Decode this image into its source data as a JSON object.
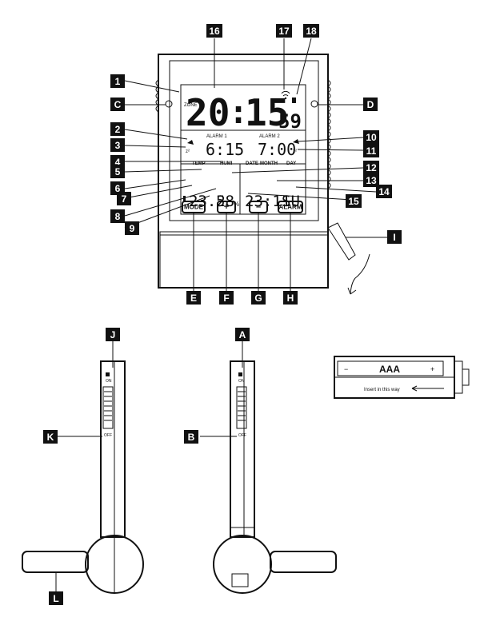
{
  "display": {
    "time_hours": "20",
    "time_colon": ":",
    "time_minutes": "15",
    "time_seconds": "59",
    "zone_label": "ZONE",
    "alarm1_label": "ALARM 1",
    "alarm1_time": "6:15",
    "alarm2_label": "ALARM 2",
    "alarm2_time": "7:00",
    "temp_label": "TEMP",
    "humi_label": "HUMI",
    "date_label": "DATE",
    "month_label": "MONTH",
    "day_label": "DAY",
    "temp_value": "23.2",
    "humi_value": "58",
    "humi_unit": "%",
    "date_value": "23:11",
    "day_value": "SU"
  },
  "buttons": {
    "mode": "MODE",
    "plus": "+",
    "minus": "–",
    "alarm": "ALARM"
  },
  "callouts": {
    "n1": "1",
    "n2": "2",
    "n3": "3",
    "n4": "4",
    "n5": "5",
    "n6": "6",
    "n7": "7",
    "n8": "8",
    "n9": "9",
    "n10": "10",
    "n11": "11",
    "n12": "12",
    "n13": "13",
    "n14": "14",
    "n15": "15",
    "n16": "16",
    "n17": "17",
    "n18": "18",
    "A": "A",
    "B": "B",
    "C": "C",
    "D": "D",
    "E": "E",
    "F": "F",
    "G": "G",
    "H": "H",
    "I": "I",
    "J": "J",
    "K": "K",
    "L": "L"
  },
  "switch": {
    "on_label": "ON",
    "off_label": "OFF"
  },
  "battery": {
    "label": "AAA",
    "minus": "−",
    "plus": "+",
    "insert_text": "Insert in this way"
  }
}
